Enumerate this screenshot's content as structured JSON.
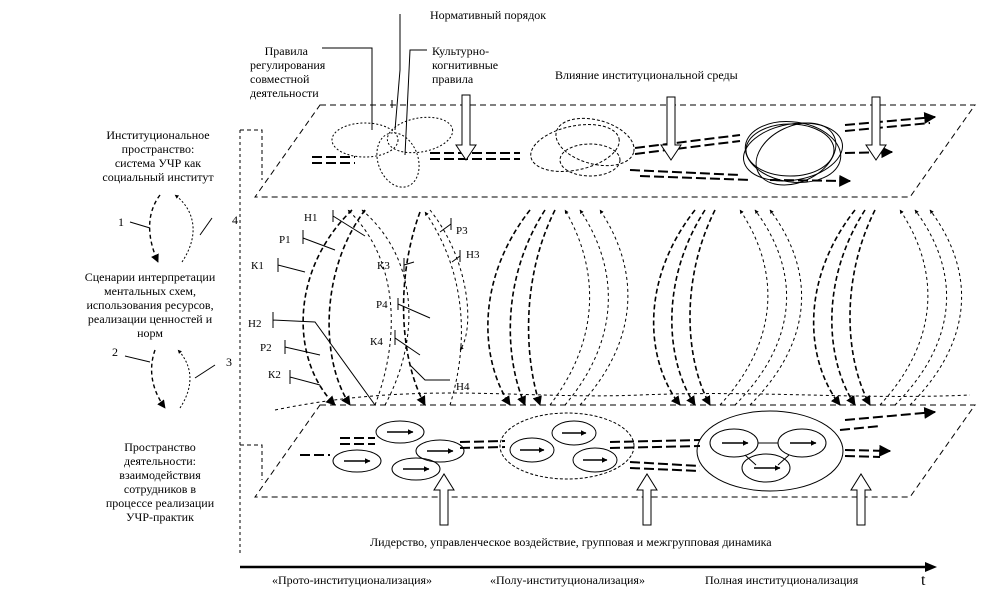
{
  "labels": {
    "normative_order": "Нормативный порядок",
    "rules_joint_activity": [
      "Правила",
      "регулирования",
      "совместной",
      "деятельности"
    ],
    "cultural_cognitive_rules": [
      "Культурно-",
      "когнитивные",
      "правила"
    ],
    "institutional_environment": "Влияние институциональной среды",
    "institutional_space": [
      "Институциональное",
      "пространство:",
      "система УЧР как",
      "социальный институт"
    ],
    "interpretation_scenarios": [
      "Сценарии интерпретации",
      "ментальных схем,",
      "использования ресурсов,",
      "реализации ценностей и",
      "норм"
    ],
    "activity_space": [
      "Пространство",
      "деятельности:",
      "взаимодействия",
      "сотрудников в",
      "процессе реализации",
      "УЧР-практик"
    ],
    "leadership": "Лидерство, управленческое воздействие, групповая и межгрупповая динамика",
    "time_axis": "t"
  },
  "cycle_numbers": [
    "1",
    "4",
    "2",
    "3"
  ],
  "markers": {
    "H1": "Н1",
    "P1": "Р1",
    "K1": "К1",
    "H2": "Н2",
    "P2": "Р2",
    "K2": "К2",
    "P3": "Р3",
    "H3": "Н3",
    "K3": "К3",
    "P4": "Р4",
    "K4": "К4",
    "H4": "Н4"
  },
  "stages": [
    "«Прото-институционализация»",
    "«Полу-институционализация»",
    "Полная институционализация"
  ]
}
